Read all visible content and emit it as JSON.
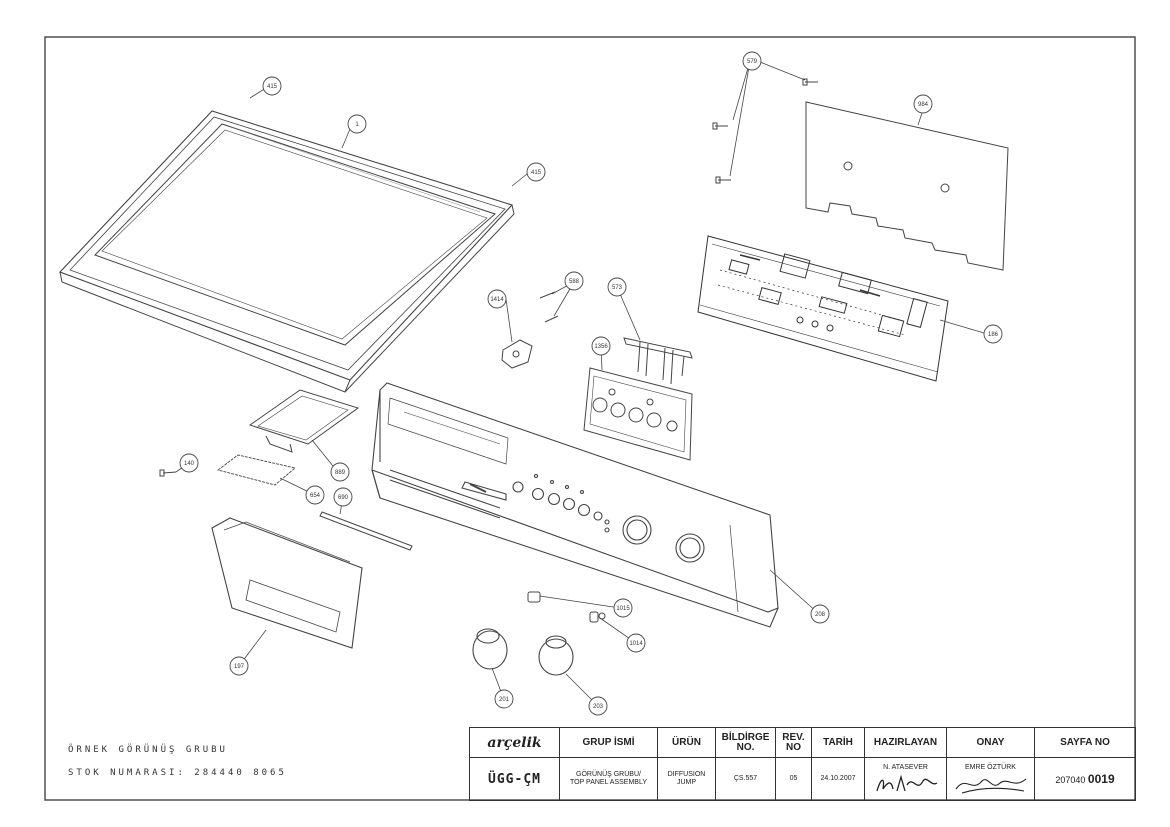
{
  "diagram": {
    "callouts": {
      "part_1": "1",
      "part_415_a": "415",
      "part_415_b": "415",
      "part_579": "579",
      "part_984": "984",
      "part_186": "186",
      "part_588": "588",
      "part_1414": "1414",
      "part_573": "573",
      "part_1356": "1356",
      "part_140": "140",
      "part_889": "889",
      "part_654": "654",
      "part_690": "690",
      "part_208": "208",
      "part_197": "197",
      "part_1015": "1015",
      "part_1014": "1014",
      "part_201": "201",
      "part_203": "203"
    }
  },
  "side_text": {
    "line1": "ÖRNEK GÖRÜNÜŞ GRUBU",
    "line2": "STOK NUMARASI: 284440 8065"
  },
  "title_block": {
    "logo": "arçelik",
    "headers": {
      "group_name": "GRUP İSMİ",
      "product": "ÜRÜN",
      "doc_no": "BİLDİRGE NO.",
      "rev_no": "REV. NO",
      "date": "TARİH",
      "prepared": "HAZIRLAYAN",
      "approved": "ONAY",
      "page_no": "SAYFA NO"
    },
    "values": {
      "group_code": "ÜGG-ÇM",
      "group_name_tr": "GÖRÜNÜŞ GRUBU/",
      "group_name_en": "TOP PANEL ASSEMBLY",
      "product_1": "DIFFUSION",
      "product_2": "JUMP",
      "doc_no": "ÇS.557",
      "rev_no": "05",
      "date": "24.10.2007",
      "prepared": "N. ATASEVER",
      "approved": "EMRE ÖZTÜRK",
      "page_prefix": "207040",
      "page_suffix": "0019"
    }
  }
}
